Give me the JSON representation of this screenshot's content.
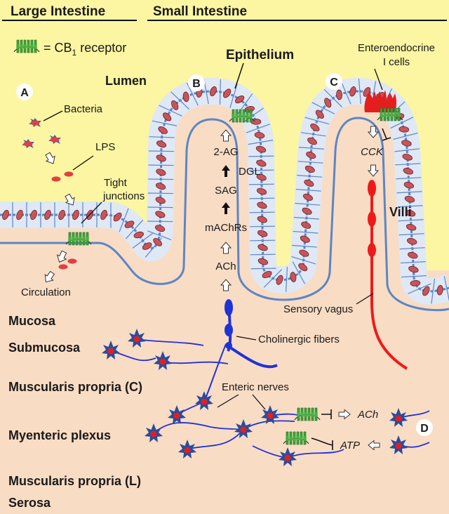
{
  "header": {
    "large_intestine": "Large Intestine",
    "small_intestine": "Small Intestine"
  },
  "legend": {
    "text": "= CB",
    "subscript": "1",
    "suffix": " receptor"
  },
  "regions": {
    "lumen": "Lumen",
    "epithelium": "Epithelium",
    "villi": "Villi"
  },
  "layers": [
    {
      "label": "Mucosa",
      "color": "#f9dcc4"
    },
    {
      "label": "Submucosa",
      "color": "#f6b98b"
    },
    {
      "label": "Muscularis propria (C)",
      "color": "#f9968f"
    },
    {
      "label": "Myenteric plexus",
      "color": "#a2c0e6"
    },
    {
      "label": "Muscularis propria (L)",
      "color": "#f9968f"
    },
    {
      "label": "Serosa",
      "color": "#f00000"
    }
  ],
  "panel_letters": [
    "A",
    "B",
    "C",
    "D"
  ],
  "panel_a": {
    "bacteria": "Bacteria",
    "lps": "LPS",
    "tight_junctions_line1": "Tight",
    "tight_junctions_line2": "junctions",
    "circulation": "Circulation"
  },
  "panel_b": {
    "steps": [
      "2-AG",
      "SAG",
      "mAChRs",
      "ACh"
    ],
    "enzyme": "DGL",
    "cholinergic_fibers": "Cholinergic fibers"
  },
  "panel_c": {
    "cells_line1": "Enteroendocrine",
    "cells_line2": "I cells",
    "cck": "CCK",
    "sensory_vagus": "Sensory vagus"
  },
  "panel_d": {
    "enteric_nerves": "Enteric nerves",
    "ach": "ACh",
    "atp": "ATP"
  },
  "colors": {
    "lumen": "#fcf5a2",
    "epithelium_border": "#5b86c4",
    "nucleus": "#c8545a",
    "cb1_receptor": "#3fa63a",
    "vagus": "#ee1a1a",
    "cholinergic": "#1f33d6",
    "neuron_star": "#2a4c9c",
    "neuron_core": "#e02020"
  }
}
